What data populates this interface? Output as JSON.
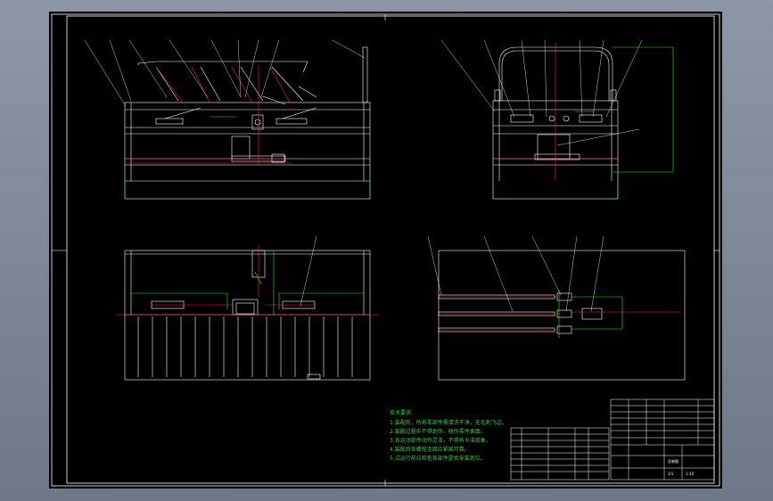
{
  "drawing": {
    "background": "#000000",
    "colors": {
      "frame": "#ffffff",
      "part_line": "#ffffff",
      "centerline": "#ff2a2a",
      "dimension": "#2ee52e",
      "annotation": "#35d235"
    }
  },
  "technical_notes": {
    "title": "技术要求",
    "lines": [
      "1.装配前，所有零部件需清洗干净，无毛刺飞边。",
      "2.装配过程中不得划伤、碰伤零件表面。",
      "3.各运动部件动作灵活，不得有卡滞现象。",
      "4.装配后各螺栓连接应紧固可靠。",
      "5.试运行前应检查各部件是否安装到位。"
    ]
  },
  "title_block": {
    "drawing_name": "总装图",
    "scale": "1:10",
    "sheet": "1/1"
  }
}
